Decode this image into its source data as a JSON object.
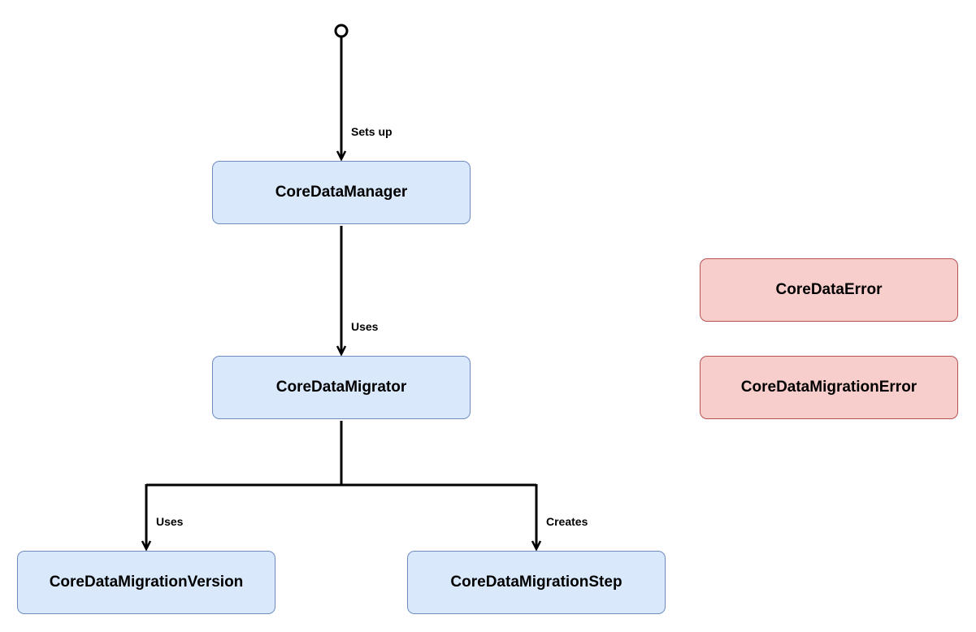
{
  "nodes": {
    "core_data_manager": "CoreDataManager",
    "core_data_migrator": "CoreDataMigrator",
    "core_data_migration_version": "CoreDataMigrationVersion",
    "core_data_migration_step": "CoreDataMigrationStep",
    "core_data_error": "CoreDataError",
    "core_data_migration_error": "CoreDataMigrationError"
  },
  "edges": {
    "start_to_manager": "Sets up",
    "manager_to_migrator": "Uses",
    "migrator_to_version": "Uses",
    "migrator_to_step": "Creates"
  },
  "colors": {
    "class_fill": "#dae8fc",
    "class_stroke": "#6c8ebf",
    "error_fill": "#f8cecc",
    "error_stroke": "#b85450",
    "line": "#000000"
  }
}
